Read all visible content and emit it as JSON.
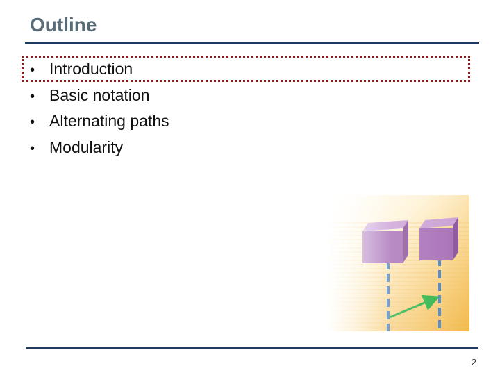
{
  "slide": {
    "title": "Outline",
    "bullets": [
      {
        "label": "Introduction",
        "highlighted": true
      },
      {
        "label": "Basic notation",
        "highlighted": false
      },
      {
        "label": "Alternating paths",
        "highlighted": false
      },
      {
        "label": "Modularity",
        "highlighted": false
      }
    ],
    "bullet_glyph": "•",
    "page_number": "2",
    "colors": {
      "title": "#5a6b78",
      "rule": "#1f3a5f",
      "highlight_border": "#8b1a1a",
      "block_purple": "#a86fb8",
      "dashed_line": "#4a86c8",
      "arrow_green": "#2fb34a",
      "background_gradient_start": "#fff3d6",
      "background_gradient_end": "#f3b847"
    },
    "illustration": {
      "icon": "process-blocks-illustration"
    }
  }
}
